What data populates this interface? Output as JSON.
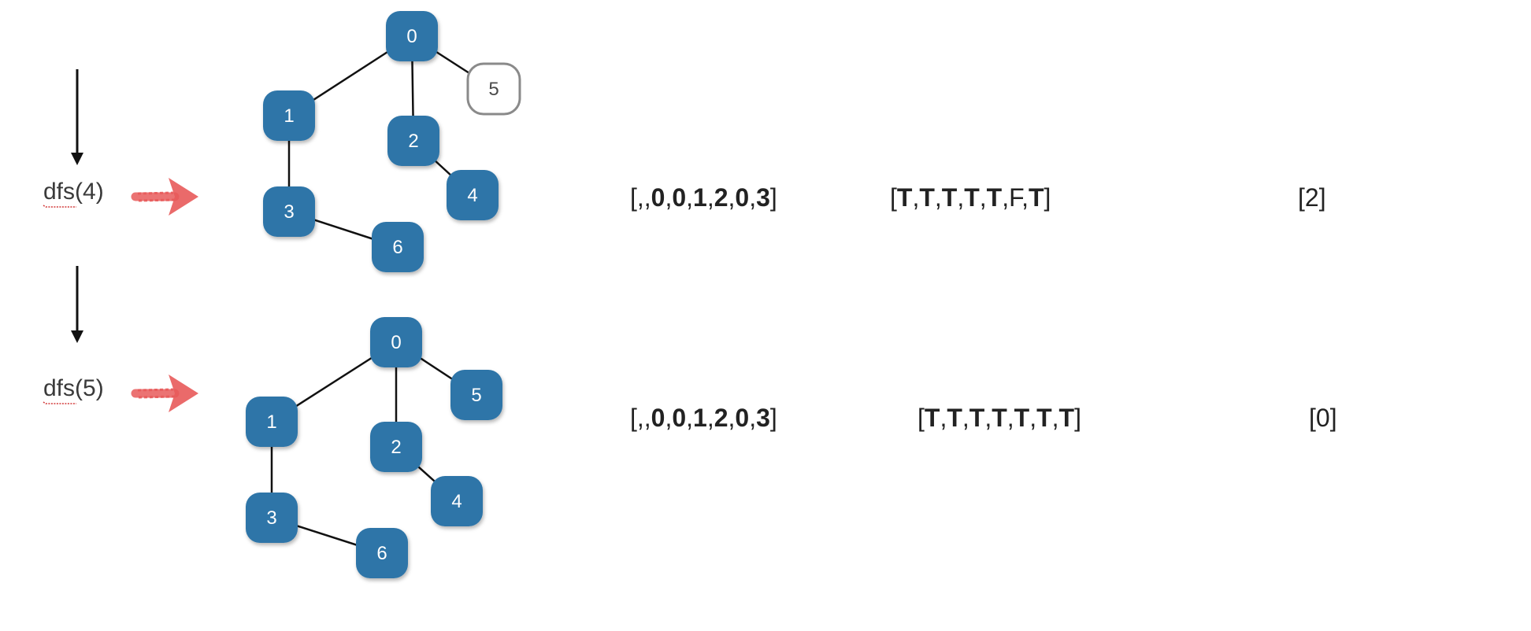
{
  "steps": [
    {
      "call": "dfs(4)",
      "graph": {
        "nodes": [
          {
            "id": "0",
            "style": "filled"
          },
          {
            "id": "1",
            "style": "filled"
          },
          {
            "id": "2",
            "style": "filled"
          },
          {
            "id": "3",
            "style": "filled"
          },
          {
            "id": "4",
            "style": "filled"
          },
          {
            "id": "5",
            "style": "outline"
          },
          {
            "id": "6",
            "style": "filled"
          }
        ],
        "edges": [
          [
            "0",
            "1"
          ],
          [
            "0",
            "2"
          ],
          [
            "0",
            "5"
          ],
          [
            "1",
            "3"
          ],
          [
            "2",
            "4"
          ],
          [
            "3",
            "6"
          ]
        ]
      },
      "edge_to_array": {
        "open": "[",
        "close": "]",
        "items": [
          {
            "text": "",
            "bold": false
          },
          {
            "text": "0",
            "bold": true
          },
          {
            "text": "0",
            "bold": true
          },
          {
            "text": "1",
            "bold": true
          },
          {
            "text": "2",
            "bold": true
          },
          {
            "text": "0",
            "bold": true
          },
          {
            "text": "3",
            "bold": true
          }
        ]
      },
      "marked_array": {
        "open": "[",
        "close": "]",
        "items": [
          {
            "text": "T",
            "bold": true
          },
          {
            "text": "T",
            "bold": true
          },
          {
            "text": "T",
            "bold": true
          },
          {
            "text": "T",
            "bold": true
          },
          {
            "text": "T",
            "bold": true
          },
          {
            "text": "F",
            "bold": false
          },
          {
            "text": "T",
            "bold": true
          }
        ]
      },
      "stack": "[2]"
    },
    {
      "call": "dfs(5)",
      "graph": {
        "nodes": [
          {
            "id": "0",
            "style": "filled"
          },
          {
            "id": "1",
            "style": "filled"
          },
          {
            "id": "2",
            "style": "filled"
          },
          {
            "id": "3",
            "style": "filled"
          },
          {
            "id": "4",
            "style": "filled"
          },
          {
            "id": "5",
            "style": "filled"
          },
          {
            "id": "6",
            "style": "filled"
          }
        ],
        "edges": [
          [
            "0",
            "1"
          ],
          [
            "0",
            "2"
          ],
          [
            "0",
            "5"
          ],
          [
            "1",
            "3"
          ],
          [
            "2",
            "4"
          ],
          [
            "3",
            "6"
          ]
        ]
      },
      "edge_to_array": {
        "open": "[",
        "close": "]",
        "items": [
          {
            "text": "",
            "bold": false
          },
          {
            "text": "0",
            "bold": true
          },
          {
            "text": "0",
            "bold": true
          },
          {
            "text": "1",
            "bold": true
          },
          {
            "text": "2",
            "bold": true
          },
          {
            "text": "0",
            "bold": true
          },
          {
            "text": "3",
            "bold": true
          }
        ]
      },
      "marked_array": {
        "open": "[",
        "close": "]",
        "items": [
          {
            "text": "T",
            "bold": true
          },
          {
            "text": "T",
            "bold": true
          },
          {
            "text": "T",
            "bold": true
          },
          {
            "text": "T",
            "bold": true
          },
          {
            "text": "T",
            "bold": true
          },
          {
            "text": "T",
            "bold": true
          },
          {
            "text": "T",
            "bold": true
          }
        ]
      },
      "stack": "[0]"
    }
  ],
  "colors": {
    "node_fill": "#2f75a8",
    "node_outline": "#8a8a8a",
    "edge": "#111111",
    "step_arrow": "#e85a5a",
    "flow_arrow": "#111111",
    "spell_underline": "#d23a3a"
  }
}
